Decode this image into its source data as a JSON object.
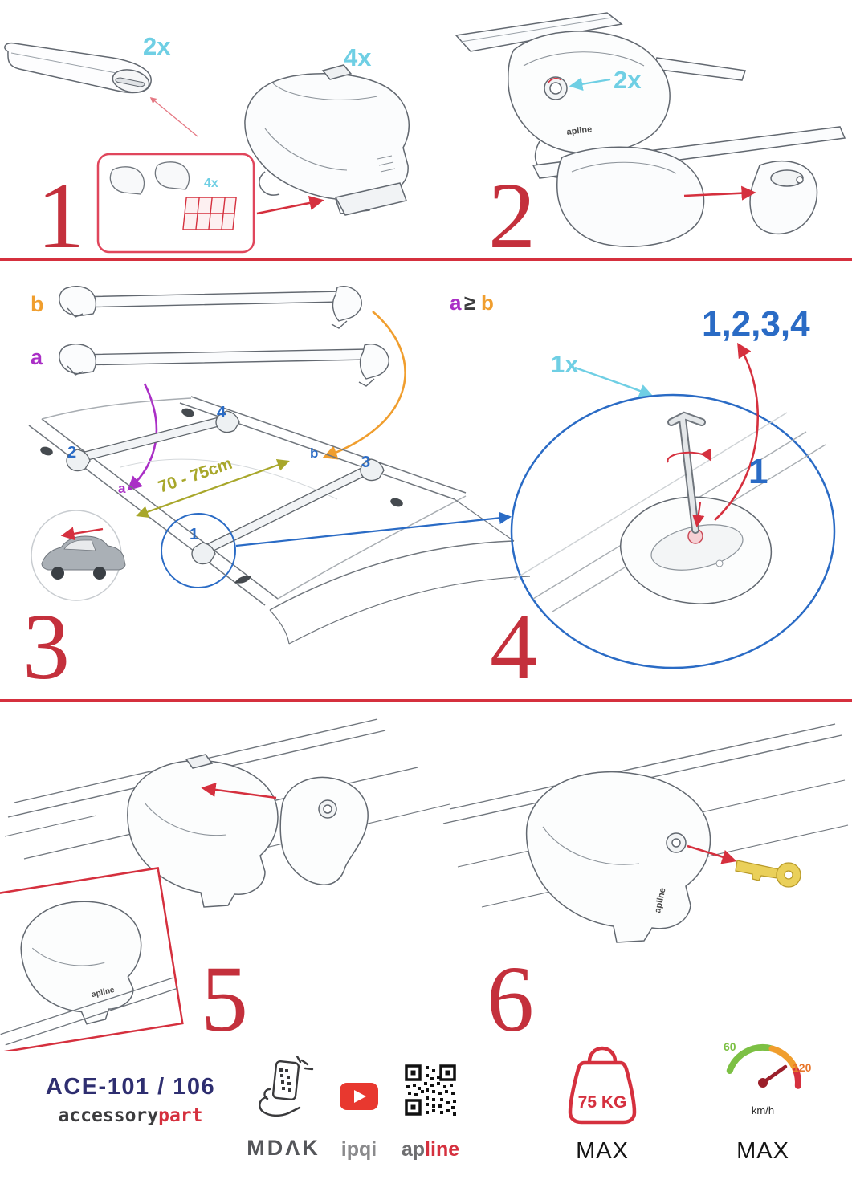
{
  "doc": {
    "title": "ACE-101 / 106 roof rack fitting instructions"
  },
  "step1": {
    "num": "1",
    "bar_qty": "2x",
    "foot_qty": "4x",
    "pad_qty": "4x"
  },
  "step2": {
    "num": "2",
    "lock_qty": "2x",
    "foot_logo": "apline"
  },
  "step3": {
    "num": "3",
    "bar_b": "b",
    "bar_a": "a",
    "pos2": "2",
    "pos4": "4",
    "pos3": "3",
    "pos1": "1",
    "roof_a": "a",
    "roof_b": "b",
    "distance": "70 - 75cm"
  },
  "step4": {
    "num": "4",
    "cond_a": "a",
    "cond_op": "≥",
    "cond_b": "b",
    "sequence": "1,2,3,4",
    "tool_qty": "1x",
    "first_pos": "1"
  },
  "step5": {
    "num": "5",
    "foot_logo": "apline"
  },
  "step6": {
    "num": "6",
    "foot_logo": "apline"
  },
  "footer": {
    "product_code": "ACE-101 / 106",
    "brand_accessory": "accessory",
    "brand_part": "part",
    "mdak": "MDΛK",
    "ipqi": "ipqi",
    "apline_ap": "ap",
    "apline_line": "line",
    "load_value": "75 KG",
    "load_max": "MAX",
    "speed_low": "60",
    "speed_high": "120",
    "speed_unit": "km/h",
    "speed_max": "MAX"
  },
  "icons": {
    "phone_scan": "phone-qr-scan-icon",
    "youtube": "youtube-play-icon",
    "qr": "qr-code-icon",
    "weight": "max-load-weight-icon",
    "speedometer": "max-speed-gauge-icon"
  },
  "colors": {
    "accent_red": "#d5303e",
    "cyan": "#6fcfe4",
    "blue": "#2a6bc5",
    "purple": "#aa2fc6",
    "orange": "#f09e2e",
    "olive": "#a8a72b",
    "navy": "#2e2e70"
  }
}
